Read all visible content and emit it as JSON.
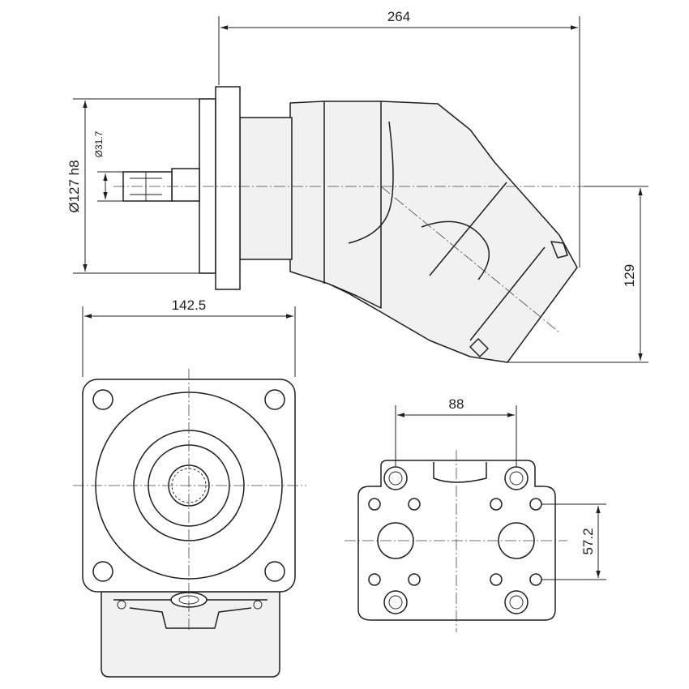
{
  "dimensions": {
    "overall_length": "264",
    "flange_diameter": "Ø127 h8",
    "shaft_diameter": "Ø31.7",
    "flange_width": "142.5",
    "port_spacing": "88",
    "height": "129",
    "port_bolt_spacing": "57.2"
  },
  "colors": {
    "line": "#1f1f1f",
    "body_fill": "#f1f1f1"
  }
}
